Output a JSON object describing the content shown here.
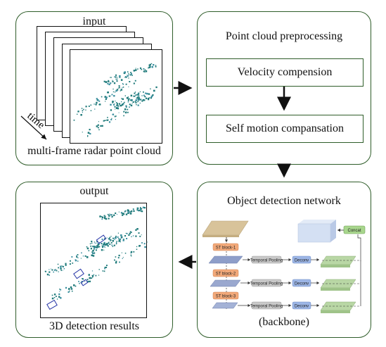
{
  "panels": {
    "input": {
      "title": "input",
      "time_label": "time",
      "caption": "multi-frame radar point cloud"
    },
    "preprocess": {
      "title": "Point cloud preprocessing",
      "step1": "Velocity compension",
      "step2": "Self motion compansation"
    },
    "detection": {
      "title": "Object detection network",
      "caption": "(backbone)",
      "st_blocks": [
        "ST block-1",
        "ST block-2",
        "ST block-3"
      ],
      "pooling_label": "Temporal Pooling",
      "deconv_label": "Deconv",
      "concat_label": "Concat"
    },
    "output": {
      "title": "output",
      "caption": "3D detection results"
    }
  },
  "colors": {
    "panel_border": "#2f5d2a",
    "st_block": "#f2a97a",
    "deconv": "#9db6e6",
    "pool": "#c9c9c9",
    "concat": "#a8d68d",
    "feature_green": "#b9d7a5",
    "points_teal": "#1f7a7a",
    "boxes_blue": "#2433a6"
  }
}
